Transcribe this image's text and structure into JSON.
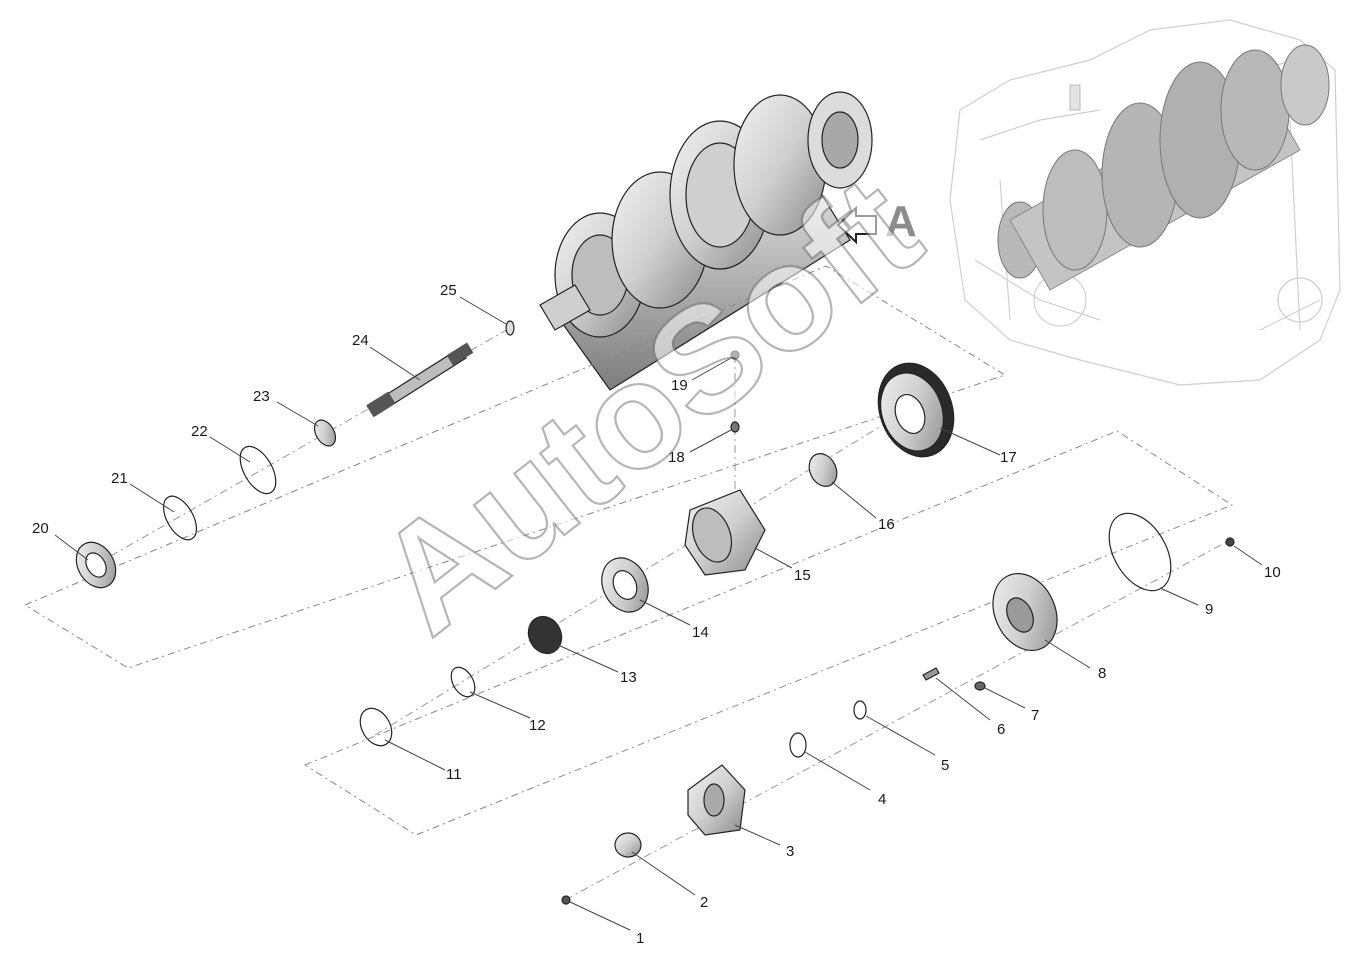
{
  "view_label": "A",
  "watermark": "AutoSoft",
  "parts": [
    {
      "n": "1"
    },
    {
      "n": "2"
    },
    {
      "n": "3"
    },
    {
      "n": "4"
    },
    {
      "n": "5"
    },
    {
      "n": "6"
    },
    {
      "n": "7"
    },
    {
      "n": "8"
    },
    {
      "n": "9"
    },
    {
      "n": "10"
    },
    {
      "n": "11"
    },
    {
      "n": "12"
    },
    {
      "n": "13"
    },
    {
      "n": "14"
    },
    {
      "n": "15"
    },
    {
      "n": "16"
    },
    {
      "n": "17"
    },
    {
      "n": "18"
    },
    {
      "n": "19"
    },
    {
      "n": "20"
    },
    {
      "n": "21"
    },
    {
      "n": "22"
    },
    {
      "n": "23"
    },
    {
      "n": "24"
    },
    {
      "n": "25"
    }
  ],
  "colors": {
    "part_fill": "#d9d9d9",
    "part_dark": "#8f8f8f",
    "ghost": "#d8d8d8",
    "label": "#1a1a1a"
  }
}
